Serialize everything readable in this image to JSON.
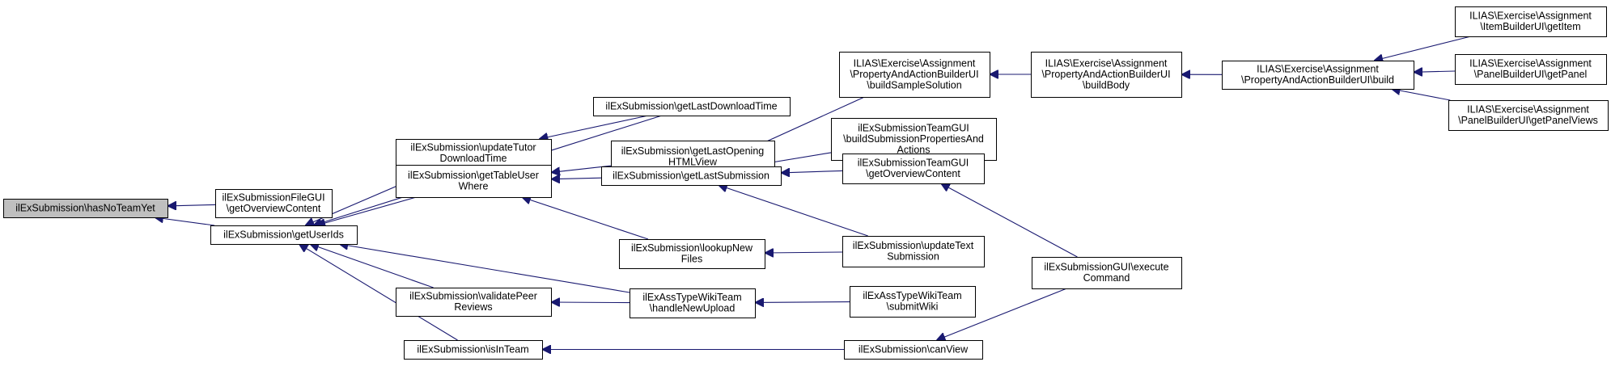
{
  "graph": {
    "edge_color": "#191970",
    "root_fill": "#bfbfbf",
    "nodes": [
      {
        "id": "root",
        "lines": [
          "ilExSubmission\\hasNoTeamYet"
        ]
      },
      {
        "id": "filegui",
        "lines": [
          "ilExSubmissionFileGUI",
          "\\getOverviewContent"
        ]
      },
      {
        "id": "getuserids",
        "lines": [
          "ilExSubmission\\getUserIds"
        ]
      },
      {
        "id": "getlastdownload",
        "lines": [
          "ilExSubmission\\getLastDownloadTime"
        ]
      },
      {
        "id": "updatetutor",
        "lines": [
          "ilExSubmission\\updateTutor",
          "DownloadTime"
        ]
      },
      {
        "id": "gettableuser",
        "lines": [
          "ilExSubmission\\getTableUser",
          "Where"
        ]
      },
      {
        "id": "validatepeer",
        "lines": [
          "ilExSubmission\\validatePeer",
          "Reviews"
        ]
      },
      {
        "id": "isinteam",
        "lines": [
          "ilExSubmission\\isInTeam"
        ]
      },
      {
        "id": "getlastopening",
        "lines": [
          "ilExSubmission\\getLastOpening",
          "HTMLView"
        ]
      },
      {
        "id": "getlastsubmission",
        "lines": [
          "ilExSubmission\\getLastSubmission"
        ]
      },
      {
        "id": "lookupnew",
        "lines": [
          "ilExSubmission\\lookupNew",
          "Files"
        ]
      },
      {
        "id": "handlenewupload",
        "lines": [
          "ilExAssTypeWikiTeam",
          "\\handleNewUpload"
        ]
      },
      {
        "id": "buildsample",
        "lines": [
          "ILIAS\\Exercise\\Assignment",
          "\\PropertyAndActionBuilderUI",
          "\\buildSampleSolution"
        ]
      },
      {
        "id": "teamgui_build",
        "lines": [
          "ilExSubmissionTeamGUI",
          "\\buildSubmissionPropertiesAnd",
          "Actions"
        ]
      },
      {
        "id": "teamgui_overview",
        "lines": [
          "ilExSubmissionTeamGUI",
          "\\getOverviewContent"
        ]
      },
      {
        "id": "updatetext",
        "lines": [
          "ilExSubmission\\updateText",
          "Submission"
        ]
      },
      {
        "id": "submitwiki",
        "lines": [
          "ilExAssTypeWikiTeam",
          "\\submitWiki"
        ]
      },
      {
        "id": "canview",
        "lines": [
          "ilExSubmission\\canView"
        ]
      },
      {
        "id": "buildbody",
        "lines": [
          "ILIAS\\Exercise\\Assignment",
          "\\PropertyAndActionBuilderUI",
          "\\buildBody"
        ]
      },
      {
        "id": "executecommand",
        "lines": [
          "ilExSubmissionGUI\\execute",
          "Command"
        ]
      },
      {
        "id": "build",
        "lines": [
          "ILIAS\\Exercise\\Assignment",
          "\\PropertyAndActionBuilderUI\\build"
        ]
      },
      {
        "id": "getitem",
        "lines": [
          "ILIAS\\Exercise\\Assignment",
          "\\ItemBuilderUI\\getItem"
        ]
      },
      {
        "id": "getpanel",
        "lines": [
          "ILIAS\\Exercise\\Assignment",
          "\\PanelBuilderUI\\getPanel"
        ]
      },
      {
        "id": "getpanelviews",
        "lines": [
          "ILIAS\\Exercise\\Assignment",
          "\\PanelBuilderUI\\getPanelViews"
        ]
      }
    ],
    "edges": [
      {
        "from": "filegui",
        "to": "root"
      },
      {
        "from": "getuserids",
        "to": "root"
      },
      {
        "from": "getlastdownload",
        "to": "getuserids"
      },
      {
        "from": "updatetutor",
        "to": "getuserids"
      },
      {
        "from": "gettableuser",
        "to": "getuserids"
      },
      {
        "from": "validatepeer",
        "to": "getuserids"
      },
      {
        "from": "isinteam",
        "to": "getuserids"
      },
      {
        "from": "handlenewupload",
        "to": "getuserids"
      },
      {
        "from": "getlastdownload",
        "to": "updatetutor"
      },
      {
        "from": "getlastopening",
        "to": "gettableuser"
      },
      {
        "from": "getlastsubmission",
        "to": "gettableuser"
      },
      {
        "from": "lookupnew",
        "to": "gettableuser"
      },
      {
        "from": "buildsample",
        "to": "getlastsubmission"
      },
      {
        "from": "teamgui_build",
        "to": "getlastsubmission"
      },
      {
        "from": "teamgui_overview",
        "to": "getlastsubmission"
      },
      {
        "from": "updatetext",
        "to": "getlastsubmission"
      },
      {
        "from": "updatetext",
        "to": "lookupnew"
      },
      {
        "from": "handlenewupload",
        "to": "validatepeer"
      },
      {
        "from": "submitwiki",
        "to": "handlenewupload"
      },
      {
        "from": "canview",
        "to": "isinteam"
      },
      {
        "from": "executecommand",
        "to": "teamgui_overview"
      },
      {
        "from": "executecommand",
        "to": "canview"
      },
      {
        "from": "buildbody",
        "to": "buildsample"
      },
      {
        "from": "build",
        "to": "buildbody"
      },
      {
        "from": "getitem",
        "to": "build"
      },
      {
        "from": "getpanel",
        "to": "build"
      },
      {
        "from": "getpanelviews",
        "to": "build"
      }
    ]
  }
}
